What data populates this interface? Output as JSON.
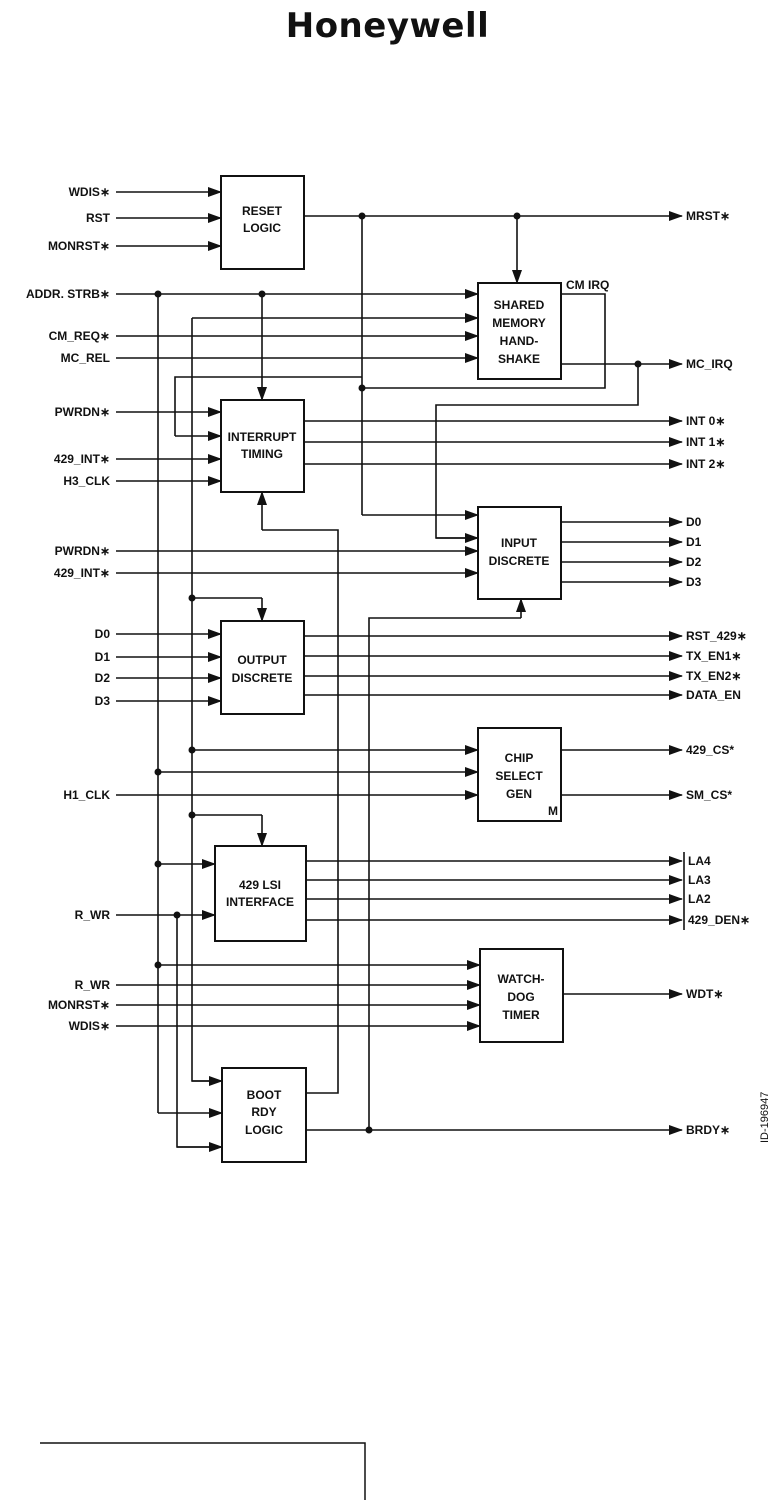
{
  "header": {
    "brand": "Honeywell"
  },
  "figure_id": "ID-196947",
  "blocks": {
    "reset_logic": [
      "RESET",
      "LOGIC"
    ],
    "shared_memory": [
      "SHARED",
      "MEMORY",
      "HAND-",
      "SHAKE"
    ],
    "interrupt_timing": [
      "INTERRUPT",
      "TIMING"
    ],
    "input_discrete": [
      "INPUT",
      "DISCRETE"
    ],
    "output_discrete": [
      "OUTPUT",
      "DISCRETE"
    ],
    "chip_select": [
      "CHIP",
      "SELECT",
      "GEN"
    ],
    "chip_select_mark": "M",
    "lsi_interface": [
      "429 LSI",
      "INTERFACE"
    ],
    "watchdog": [
      "WATCH-",
      "DOG",
      "TIMER"
    ],
    "boot_rdy": [
      "BOOT",
      "RDY",
      "LOGIC"
    ]
  },
  "signals": {
    "reset_in": [
      "WDIS∗",
      "RST",
      "MONRST∗"
    ],
    "addr_strb": "ADDR. STRB∗",
    "shm_in": [
      "CM_REQ∗",
      "MC_REL"
    ],
    "int_in": [
      "PWRDN∗",
      "429_INT∗",
      "H3_CLK"
    ],
    "inp_in": [
      "PWRDN∗",
      "429_INT∗"
    ],
    "out_in": [
      "D0",
      "D1",
      "D2",
      "D3"
    ],
    "h1_clk": "H1_CLK",
    "lsi_in": "R_WR",
    "wdt_in": [
      "R_WR",
      "MONRST∗",
      "WDIS∗"
    ],
    "mrst_out": "MRST∗",
    "cm_irq": "CM IRQ",
    "mc_irq_out": "MC_IRQ",
    "int_out": [
      "INT 0∗",
      "INT 1∗",
      "INT 2∗"
    ],
    "inp_out": [
      "D0",
      "D1",
      "D2",
      "D3"
    ],
    "out_out": [
      "RST_429∗",
      "TX_EN1∗",
      "TX_EN2∗",
      "DATA_EN"
    ],
    "csg_out": [
      "429_CS*",
      "SM_CS*"
    ],
    "lsi_out": [
      "LA4",
      "LA3",
      "LA2",
      "429_DEN∗"
    ],
    "wdt_out": "WDT∗",
    "brdy_out": "BRDY∗"
  }
}
